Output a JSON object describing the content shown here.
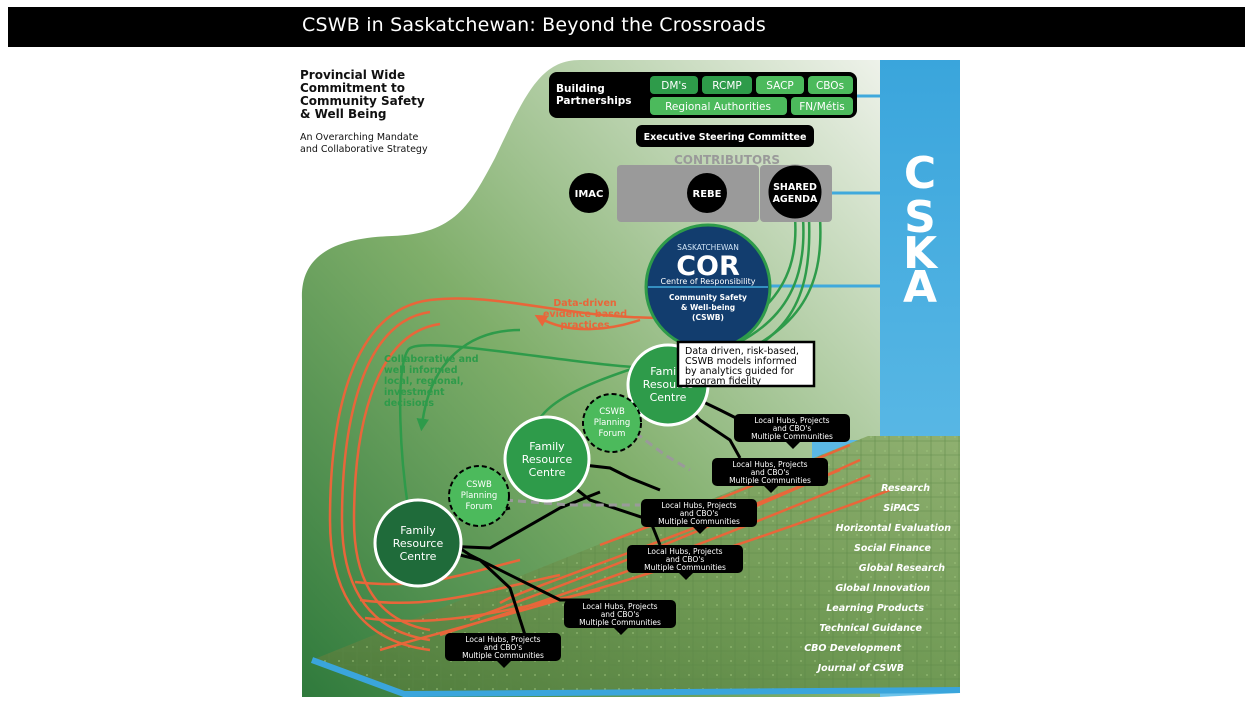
{
  "page_title": "CSWB in Saskatchewan: Beyond the Crossroads",
  "mandate": {
    "title_lines": [
      "Provincial Wide",
      "Commitment to",
      "Community Safety",
      "& Well Being"
    ],
    "subtitle_lines": [
      "An Overarching Mandate",
      "and Collaborative Strategy"
    ]
  },
  "partnerships": {
    "label_lines": [
      "Building",
      "Partnerships"
    ],
    "top_row": [
      "DM's",
      "RCMP",
      "SACP",
      "CBOs"
    ],
    "bottom_row": [
      "Regional Authorities",
      "FN/Métis"
    ]
  },
  "steering_committee": "Executive Steering Committee",
  "contributors": {
    "label": "CONTRIBUTORS",
    "nodes": [
      {
        "lines": [
          "IMAC"
        ]
      },
      {
        "lines": [
          "REBE"
        ]
      },
      {
        "lines": [
          "SHARED",
          "AGENDA"
        ]
      }
    ]
  },
  "cor": {
    "small_top": "SASKATCHEWAN",
    "big": "COR",
    "sub": "Centre of Responsibility",
    "bottom_lines": [
      "Community Safety",
      "& Well-being",
      "(CSWB)"
    ]
  },
  "cska_letters": [
    "C",
    "S",
    "K",
    "A"
  ],
  "annotations": {
    "data_driven_lines": [
      "Data-driven",
      "evidence-based",
      "practices"
    ],
    "collaborative_lines": [
      "Collaborative and",
      "well informed",
      "local, regional,",
      "investment",
      "decisions"
    ],
    "callout_lines": [
      "Data driven, risk-based,",
      "CSWB models informed",
      "by analytics guided for",
      "program fidelity"
    ]
  },
  "family_centres": [
    {
      "lines": [
        "Family",
        "Resource",
        "Centre"
      ]
    },
    {
      "lines": [
        "Family",
        "Resource",
        "Centre"
      ]
    },
    {
      "lines": [
        "Family",
        "Resource",
        "Centre"
      ]
    }
  ],
  "planning_forums": [
    {
      "lines": [
        "CSWB",
        "Planning",
        "Forum"
      ]
    },
    {
      "lines": [
        "CSWB",
        "Planning",
        "Forum"
      ]
    }
  ],
  "local_hubs": [
    {
      "lines": [
        "Local Hubs, Projects",
        "and CBO's",
        "Multiple Communities"
      ]
    },
    {
      "lines": [
        "Local Hubs, Projects",
        "and CBO's",
        "Multiple Communities"
      ]
    },
    {
      "lines": [
        "Local Hubs, Projects",
        "and CBO's",
        "Multiple Communities"
      ]
    },
    {
      "lines": [
        "Local Hubs, Projects",
        "and CBO's",
        "Multiple Communities"
      ]
    },
    {
      "lines": [
        "Local Hubs, Projects",
        "and CBO's",
        "Multiple Communities"
      ]
    },
    {
      "lines": [
        "Local Hubs, Projects",
        "and CBO's",
        "Multiple Communities"
      ]
    }
  ],
  "resources": [
    "Research",
    "SiPACS",
    "Horizontal Evaluation",
    "Social Finance",
    "Global Research",
    "Global Innovation",
    "Learning Products",
    "Technical Guidance",
    "CBO Development",
    "Journal of CSWB"
  ],
  "colors": {
    "dark_green": "#1f6b3a",
    "mid_green": "#2e9b4a",
    "light_green": "#4cba5c",
    "orange": "#e8663a",
    "blue": "#3fa9dc",
    "navy": "#123d6e",
    "grey": "#9a9a9a"
  }
}
